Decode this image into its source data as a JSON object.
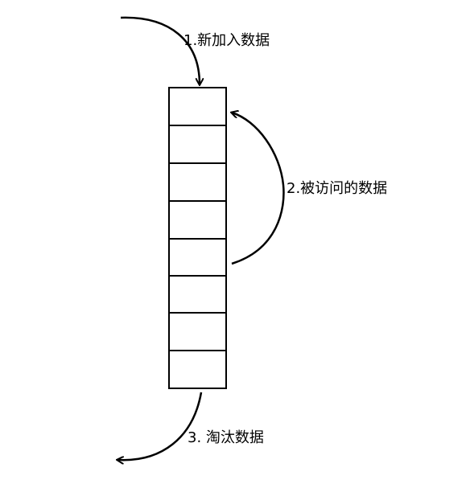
{
  "labels": {
    "add": "1.新加入数据",
    "access": "2.被访问的数据",
    "evict": "3. 淘汰数据"
  },
  "queue": {
    "slot_count": 8
  },
  "colors": {
    "stroke": "#000000",
    "background": "#ffffff"
  }
}
